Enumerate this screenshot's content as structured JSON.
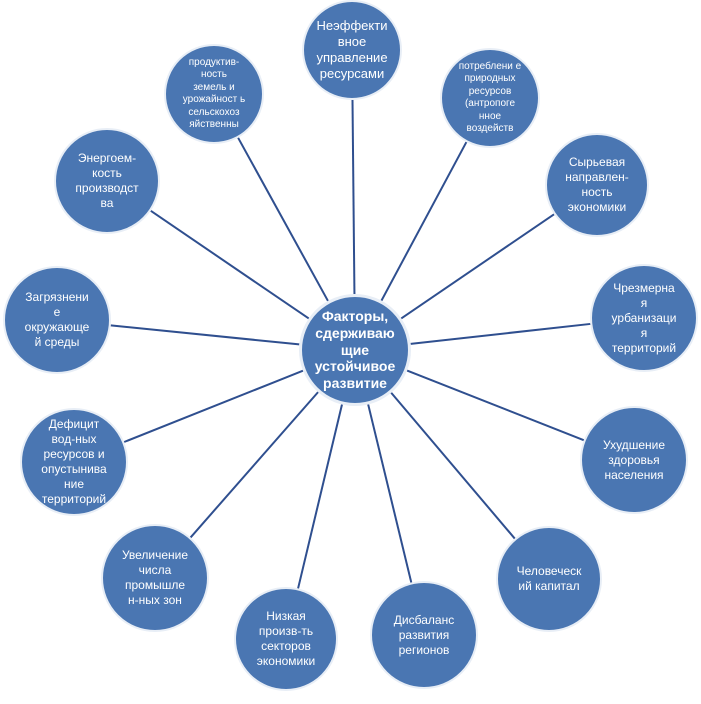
{
  "center": {
    "label": "Факторы,\nсдерживаю\nщие\nустойчивое\nразвитие"
  },
  "nodes": [
    {
      "id": "ineffective-management",
      "label": "Неэффекти\nвное\nуправление\nресурсами"
    },
    {
      "id": "resource-consumption",
      "label": "потреблени е\nприродных\nресурсов\n(антропоге\nнное\nвоздейств"
    },
    {
      "id": "raw-orientation",
      "label": "Сырьевая\nнаправлен-\nность\nэкономики"
    },
    {
      "id": "urbanization",
      "label": "Чрезмерна\nя\nурбанизаци\nя\nтерриторий"
    },
    {
      "id": "health",
      "label": "Ухудшение\nздоровья\nнаселения"
    },
    {
      "id": "human-capital",
      "label": "Человеческ\nий капитал"
    },
    {
      "id": "regional-imbalance",
      "label": "Дисбаланс\nразвития\nрегионов"
    },
    {
      "id": "low-productivity",
      "label": "Низкая\nпроизв-ть\nсекторов\nэкономики"
    },
    {
      "id": "industrial-zones",
      "label": "Увеличение\nчисла\nпромышле\nн-ных зон"
    },
    {
      "id": "water-deficit",
      "label": "Дефицит\nвод-ных\nресурсов и\nопустынива\nние\nтерриторий"
    },
    {
      "id": "pollution",
      "label": "Загрязнени\nе\nокружающе\nй среды"
    },
    {
      "id": "energy-intensity",
      "label": "Энергоем-\nкость\nпроизводст\nва"
    },
    {
      "id": "land-productivity",
      "label": "продуктив-\nность\nземель и\nурожайност ь\nсельскохоз\nяйственны"
    }
  ],
  "colors": {
    "node_fill": "#4a76b2",
    "node_border": "#e8eef6",
    "line": "#2f4f8f",
    "text": "#ffffff"
  }
}
